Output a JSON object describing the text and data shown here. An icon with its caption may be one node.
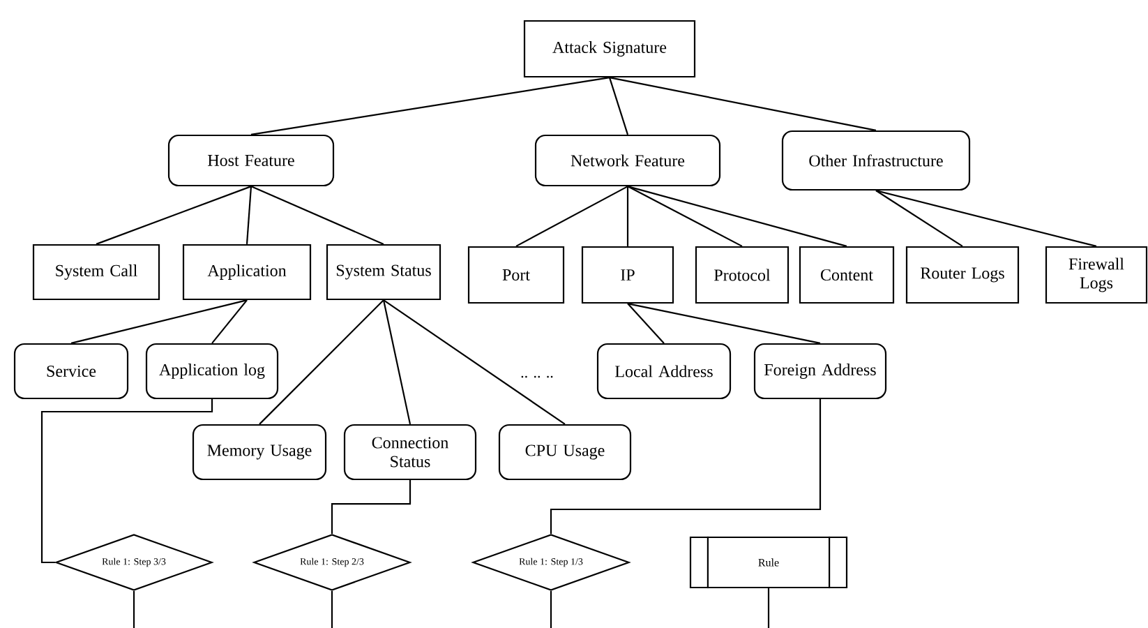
{
  "diagram": {
    "nodes": [
      {
        "text": [
          "Attack Signature"
        ]
      },
      {
        "text": [
          "Host Feature"
        ]
      },
      {
        "text": [
          "Network Feature"
        ]
      },
      {
        "text": [
          "Other Infrastructure"
        ]
      },
      {
        "text": [
          "System Call"
        ]
      },
      {
        "text": [
          "Application"
        ]
      },
      {
        "text": [
          "System Status"
        ]
      },
      {
        "text": [
          "Port"
        ]
      },
      {
        "text": [
          "IP"
        ]
      },
      {
        "text": [
          "Protocol"
        ]
      },
      {
        "text": [
          "Content"
        ]
      },
      {
        "text": [
          "Router Logs"
        ]
      },
      {
        "text": [
          "Firewall Logs"
        ]
      },
      {
        "text": [
          "Service"
        ]
      },
      {
        "text": [
          "Application log"
        ]
      },
      {
        "text": [
          "Local Address"
        ]
      },
      {
        "text": [
          "Foreign Address"
        ]
      },
      {
        "text": [
          "Memory Usage"
        ]
      },
      {
        "text": [
          "Connection Status"
        ]
      },
      {
        "text": [
          "CPU Usage"
        ]
      },
      {
        "text": [
          "Rule 1: Step 3/3"
        ]
      },
      {
        "text": [
          "Rule 1: Step 2/3"
        ]
      },
      {
        "text": [
          "Rule 1: Step 1/3"
        ]
      },
      {
        "text": [
          "Rule"
        ]
      }
    ],
    "edges": [
      {
        "from": 0,
        "to": 1,
        "arrow": "none"
      },
      {
        "from": 0,
        "to": 2,
        "arrow": "none"
      },
      {
        "from": 0,
        "to": 3,
        "arrow": "none"
      },
      {
        "from": 1,
        "to": 4,
        "arrow": "none"
      },
      {
        "from": 1,
        "to": 5,
        "arrow": "none"
      },
      {
        "from": 1,
        "to": 6,
        "arrow": "none"
      },
      {
        "from": 2,
        "to": 7,
        "arrow": "none"
      },
      {
        "from": 2,
        "to": 8,
        "arrow": "none"
      },
      {
        "from": 2,
        "to": 9,
        "arrow": "none"
      },
      {
        "from": 2,
        "to": 10,
        "arrow": "none"
      },
      {
        "from": 3,
        "to": 11,
        "arrow": "none"
      },
      {
        "from": 3,
        "to": 12,
        "arrow": "none"
      },
      {
        "from": 5,
        "to": 13,
        "arrow": "none"
      },
      {
        "from": 5,
        "to": 14,
        "arrow": "none"
      },
      {
        "from": 6,
        "to": 17,
        "arrow": "none"
      },
      {
        "from": 6,
        "to": 18,
        "arrow": "none"
      },
      {
        "from": 6,
        "to": 19,
        "arrow": "none"
      },
      {
        "from": 8,
        "to": 15,
        "arrow": "none"
      },
      {
        "from": 8,
        "to": 16,
        "arrow": "none"
      },
      {
        "from": 14,
        "to": 20,
        "arrow": "none"
      },
      {
        "from": 18,
        "to": 21,
        "arrow": "none"
      },
      {
        "from": 16,
        "to": 22,
        "arrow": "none"
      },
      {
        "from": 20,
        "to": null,
        "arrow": "none"
      },
      {
        "from": 21,
        "to": null,
        "arrow": "none"
      },
      {
        "from": 22,
        "to": null,
        "arrow": "none"
      },
      {
        "from": 23,
        "to": null,
        "arrow": "none"
      }
    ],
    "labels": [
      ".. .. .."
    ]
  }
}
